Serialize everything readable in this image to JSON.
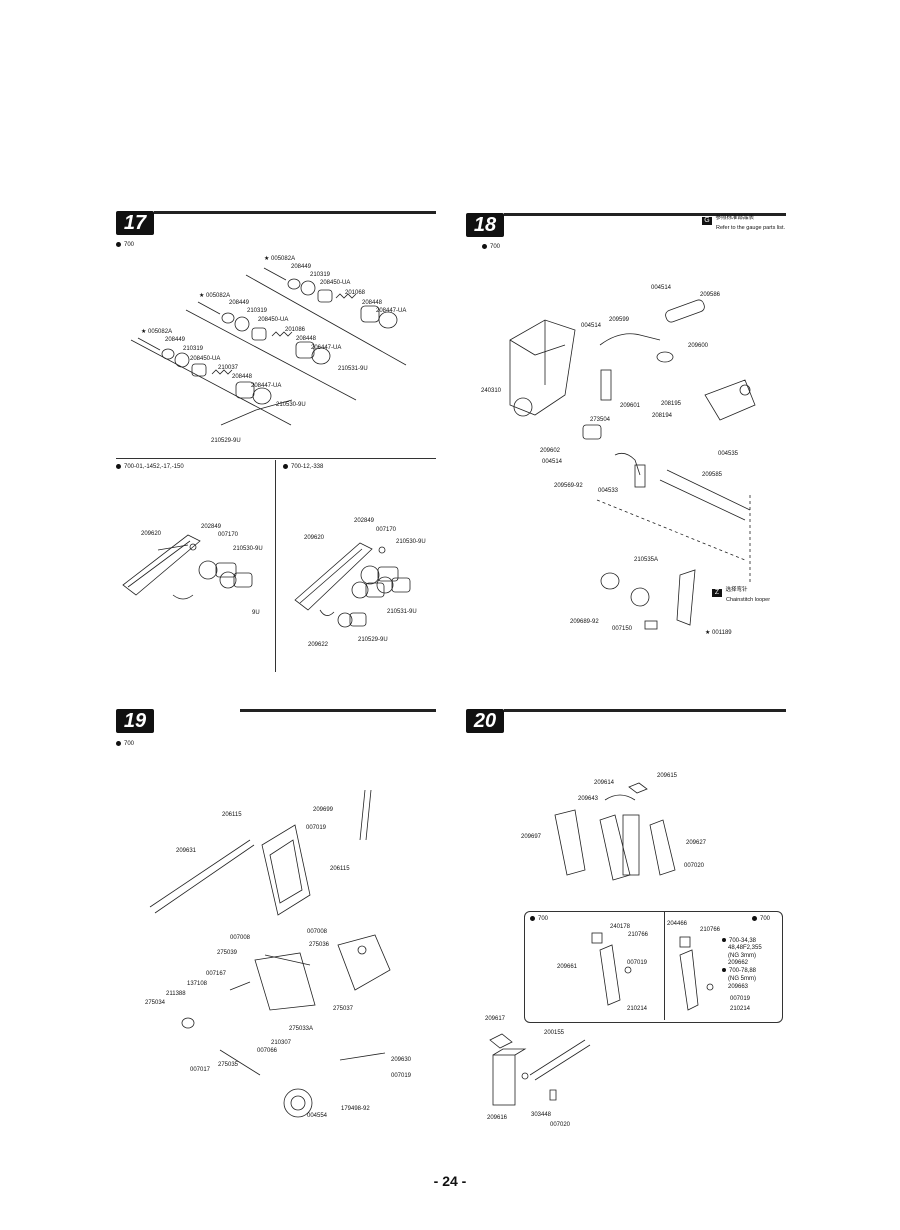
{
  "page": {
    "number": "- 24 -"
  },
  "sections": {
    "s17": {
      "number": "17",
      "sub_top": "700",
      "sub_left": "700-01,-1452,-17,-150",
      "sub_right": "700-12,-338",
      "labels": {
        "a1": "005082A",
        "a2": "208449",
        "a3": "210319",
        "a4": "208450-UA",
        "a5": "201068",
        "a6": "208448",
        "a7": "208447-UA",
        "a8": "210531-9U",
        "b1": "005082A",
        "b2": "208449",
        "b3": "210319",
        "b4": "208450-UA",
        "b5": "201086",
        "b6": "208448",
        "b7": "206447-UA",
        "b8": "210530-9U",
        "c1": "005082A",
        "c2": "208449",
        "c3": "210319",
        "c4": "208450-UA",
        "c5": "210037",
        "c6": "208448",
        "c7": "208447-UA",
        "c8": "210529-9U",
        "l1": "209620",
        "l2": "202849",
        "l3": "007170",
        "l4": "210530-9U",
        "l5": "9U",
        "r1": "202849",
        "r2": "007170",
        "r3": "209620",
        "r4": "210530-9U",
        "r5": "210531-9U",
        "r6": "209622",
        "r7": "210529-9U"
      }
    },
    "s18": {
      "number": "18",
      "sub_top": "700",
      "gauge_icon": "G",
      "gauge_cn": "参照标准部品表",
      "gauge_en": "Refer to the gauge parts list.",
      "labels": {
        "a": "004514",
        "b": "209586",
        "c": "209599",
        "d": "004514",
        "e": "209600",
        "f": "240310",
        "g": "209601",
        "h": "273504",
        "i": "208195",
        "j": "208194",
        "k": "004535",
        "l": "209602",
        "m": "004514",
        "n": "209585",
        "o": "209569-92",
        "p": "004533",
        "q": "210535A",
        "r": "209689-92",
        "s": "007150",
        "t": "001189"
      },
      "looper_icon": "Z",
      "looper_cn": "选择弯针",
      "looper_en": "Chainstitch looper"
    },
    "s19": {
      "number": "19",
      "sub_top": "700",
      "labels": {
        "a": "206115",
        "b": "209699",
        "c": "007019",
        "d": "209631",
        "e": "206115",
        "f": "007008",
        "g": "007008",
        "h": "275039",
        "i": "275036",
        "j": "007167",
        "k": "137108",
        "l": "211388",
        "m": "275034",
        "n": "275037",
        "o": "275033A",
        "p": "210307",
        "q": "007066",
        "r": "007017",
        "s": "275035",
        "t": "209630",
        "u": "007019",
        "v": "004554",
        "w": "179498-92"
      }
    },
    "s20": {
      "number": "20",
      "labels": {
        "a": "209614",
        "b": "209615",
        "c": "209643",
        "d": "209697",
        "e": "209627",
        "f": "007020",
        "g": "700",
        "h": "240178",
        "i": "210766",
        "j": "209661",
        "k": "007019",
        "l": "210214",
        "m": "204466",
        "n": "700",
        "o": "210766",
        "p": "700-34,38",
        "q": "48,48F2,355",
        "r": "(NG 3mm)",
        "s": "209662",
        "t": "700-78,88",
        "u": "(NG 5mm)",
        "v": "209663",
        "w": "007019",
        "x": "210214",
        "y": "209617",
        "z": "200155",
        "aa": "209616",
        "bb": "303448",
        "cc": "007020"
      }
    }
  }
}
